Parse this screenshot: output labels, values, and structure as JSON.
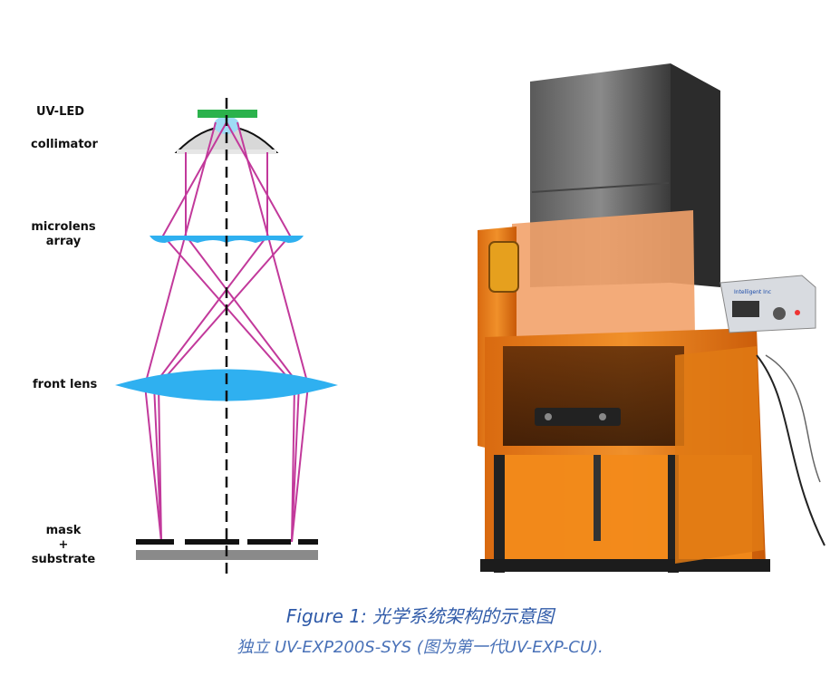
{
  "diagram": {
    "labels": {
      "uv_led": "UV-LED",
      "collimator": "collimator",
      "microlens_line1": "microlens",
      "microlens_line2": "array",
      "front_lens": "front lens",
      "mask_line1": "mask",
      "mask_line2": "+",
      "mask_line3": "substrate"
    },
    "colors": {
      "led": "#2bb24c",
      "rays": "#c2399b",
      "lens": "#2fb0f0",
      "mask": "#111111",
      "substrate": "#8a8a8a"
    }
  },
  "photo": {
    "controller_label": "Intelligent Inc"
  },
  "caption": {
    "title": "Figure 1: 光学系统架构的示意图",
    "subtitle": "独立 UV-EXP200S-SYS (图为第一代UV-EXP-CU)."
  }
}
